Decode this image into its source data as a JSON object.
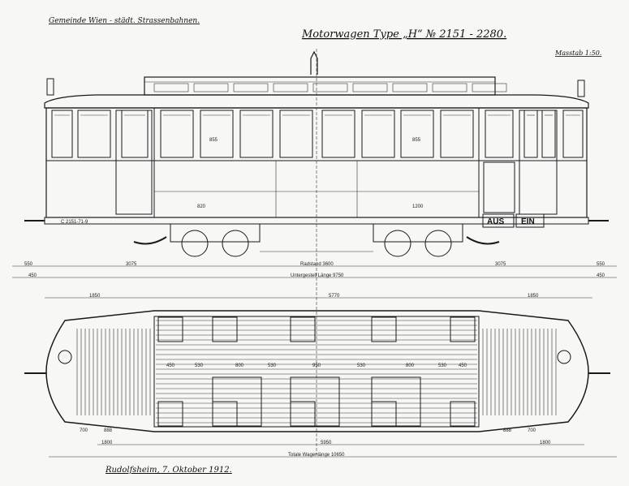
{
  "header": {
    "owner": "Gemeinde Wien - städt. Strassenbahnen.",
    "title": "Motorwagen Type „H“ № 2151 - 2280.",
    "scale": "Masstab 1:50."
  },
  "side_view": {
    "signs": {
      "exit": "AUS",
      "entry": "EIN"
    },
    "window_width_left": "855",
    "window_width_right": "855",
    "truck_dim_left": "820",
    "truck_dim_right": "1200",
    "label_left": "C 2151-71-9",
    "dims": {
      "end_left": "550",
      "overhang_left": "3075",
      "wheelbase": "Radstand 3600",
      "overhang_right": "3075",
      "end_right": "550",
      "frame_end_left": "450",
      "frame_length": "Untergestell Länge 9750",
      "frame_end_right": "450"
    }
  },
  "plan_view": {
    "dims_top": {
      "platform_left": "1850",
      "saloon": "5770",
      "platform_right": "1850"
    },
    "dims_bottom": {
      "platform_left": "1800",
      "saloon": "5950",
      "platform_right": "1800",
      "total": "Totale Wagenlänge 10650"
    },
    "small_dims": [
      "700",
      "888",
      "888",
      "700",
      "450",
      "530",
      "800",
      "530",
      "950",
      "530",
      "800",
      "530",
      "450"
    ]
  },
  "footer": {
    "place_date": "Rudolfsheim, 7. Oktober 1912."
  }
}
